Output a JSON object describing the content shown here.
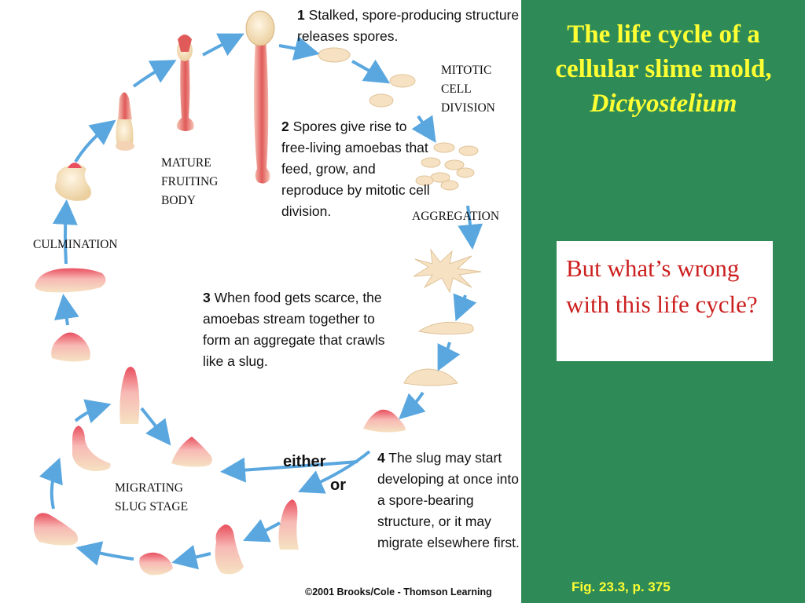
{
  "diagram": {
    "steps": [
      {
        "number": "1",
        "text": "Stalked, spore-producing structure releases spores."
      },
      {
        "number": "2",
        "text": "Spores give rise to free-living amoebas that feed, grow, and reproduce by mitotic cell division."
      },
      {
        "number": "3",
        "text": "When food gets scarce, the amoebas stream together to form an aggregate that crawls like a slug."
      },
      {
        "number": "4",
        "text": "The slug may start developing at once into a spore-bearing structure, or it may migrate elsewhere first."
      }
    ],
    "stage_labels": {
      "mitotic": "MITOTIC\nCELL\nDIVISION",
      "aggregation": "AGGREGATION",
      "mature": "MATURE\nFRUITING\nBODY",
      "culmination": "CULMINATION",
      "migrating": "MIGRATING\nSLUG STAGE"
    },
    "either": "either",
    "or": "or",
    "copyright": "©2001 Brooks/Cole - Thomson Learning"
  },
  "side": {
    "title_line1": "The life cycle of a",
    "title_line2": "cellular slime mold,",
    "title_line3": "Dictyostelium",
    "question": "But what’s wrong with this life cycle?",
    "figure_ref": "Fig. 23.3, p. 375"
  },
  "colors": {
    "panel_green": "#2e8b57",
    "title_yellow": "#ffff33",
    "question_red": "#cc1f1f",
    "arrow_blue": "#5aa7df",
    "stalk_red": "#e05a5a",
    "cell_cream": "#f6e2c2"
  }
}
